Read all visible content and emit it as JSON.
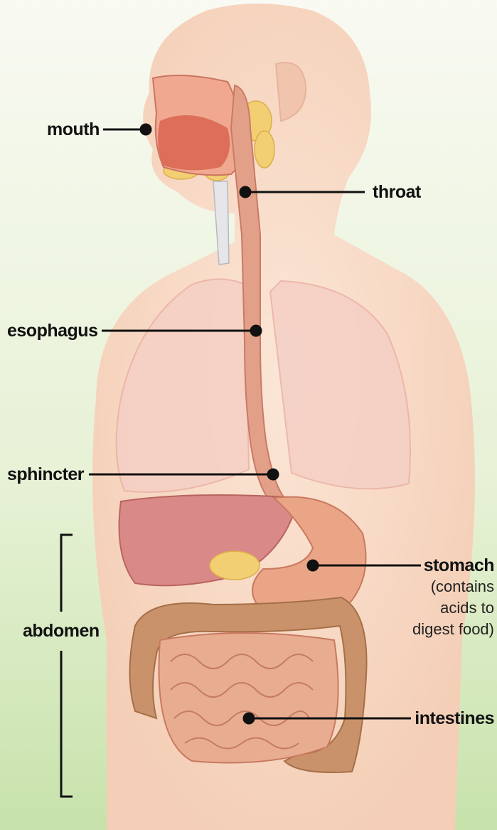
{
  "labels": {
    "mouth": "mouth",
    "throat": "throat",
    "esophagus": "esophagus",
    "sphincter": "sphincter",
    "stomach": "stomach",
    "stomach_note": [
      "(contains",
      "acids to",
      "digest food)"
    ],
    "abdomen": "abdomen",
    "intestines": "intestines"
  },
  "colors": {
    "background_top": "#f7f9ee",
    "background_bottom": "#cfe6b4",
    "skin": "#f8dcc8",
    "tract": "#e29a85",
    "liver": "#d88682",
    "intestine": "#e7a98e",
    "colon": "#c9926a",
    "gland": "#f2cf72",
    "lung": "#f4c9c0",
    "leader_line": "#111111"
  }
}
